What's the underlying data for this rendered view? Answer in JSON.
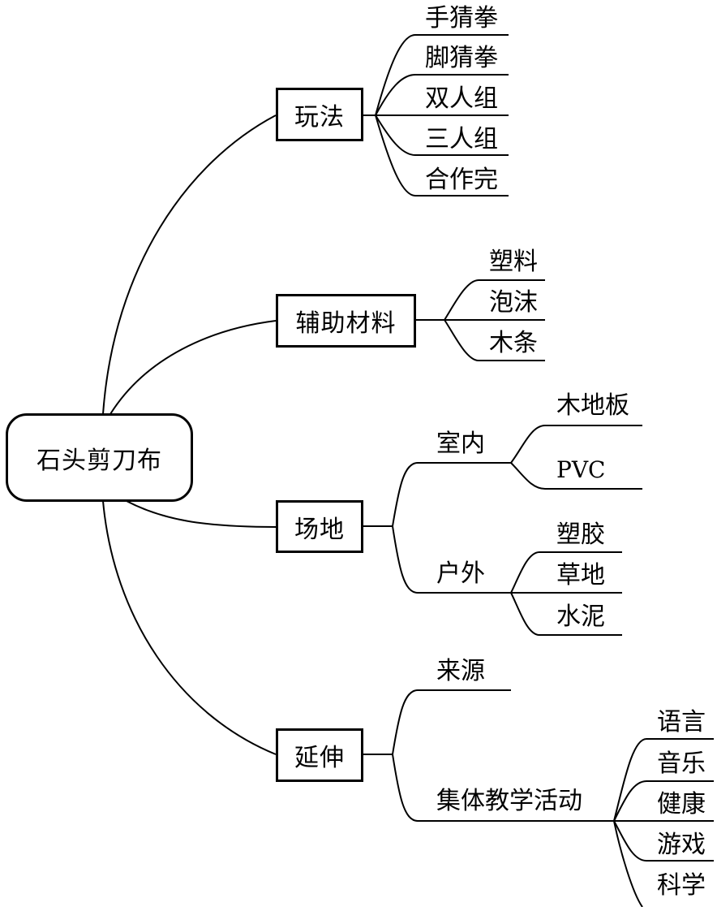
{
  "root": {
    "label": "石头剪刀布"
  },
  "branches": [
    {
      "label": "玩法",
      "children": [
        "手猜拳",
        "脚猜拳",
        "双人组",
        "三人组",
        "合作完"
      ]
    },
    {
      "label": "辅助材料",
      "children": [
        "塑料",
        "泡沫",
        "木条"
      ]
    },
    {
      "label": "场地",
      "groups": [
        {
          "label": "室内",
          "children": [
            "木地板",
            "PVC"
          ]
        },
        {
          "label": "户外",
          "children": [
            "塑胶",
            "草地",
            "水泥"
          ]
        }
      ]
    },
    {
      "label": "延伸",
      "groups": [
        {
          "label": "来源",
          "children": []
        },
        {
          "label": "集体教学活动",
          "children": [
            "语言",
            "音乐",
            "健康",
            "游戏",
            "科学"
          ]
        }
      ]
    }
  ]
}
